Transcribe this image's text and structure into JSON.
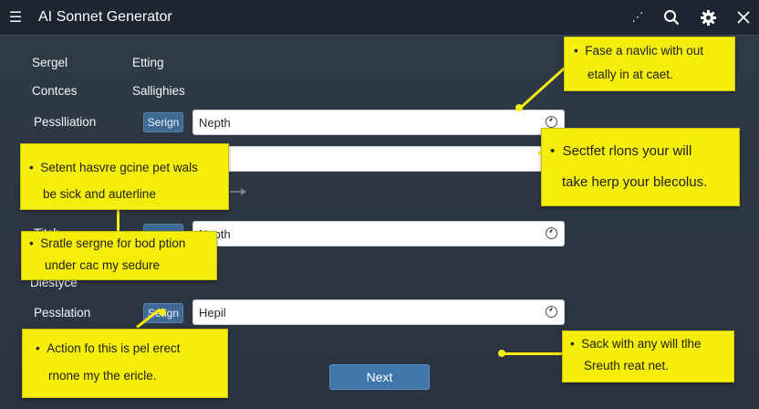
{
  "app": {
    "title": "AI Sonnet Generator"
  },
  "toolbar": {
    "more_glyph": "⋰",
    "search_glyph": "🔍",
    "gear_glyph": "⚙",
    "close_glyph": "✕",
    "menu_glyph": "☰"
  },
  "form": {
    "header_left": "Sergel",
    "header_right": "Etting",
    "sub_left": "Contces",
    "sub_right": "Sallighies",
    "row1": {
      "label": "Pesslliation",
      "pill": "Serign",
      "value": "Nepth"
    },
    "row2": {
      "value": ""
    },
    "row3": {
      "label": "Titsh",
      "pill": "",
      "value": "Nepth"
    },
    "section": "Diestyce",
    "row4": {
      "label": "Pesslation",
      "pill": "Setign",
      "value": "Hepil"
    }
  },
  "notes": {
    "top_right": {
      "line1": "Fase a navlic with out",
      "line2": "etally in at caet."
    },
    "mid_right": {
      "line1": "Sectfet rlons your will",
      "line2": "take herp your blecolus."
    },
    "left_upper": {
      "line1": "Setent hasvre gcine pet wals",
      "line2": "be sick and auterline"
    },
    "left_mid": {
      "line1": "Sratle sergne for bod ption",
      "line2": "under cac my sedure"
    },
    "bottom_left": {
      "line1": "Action fo this is pel erect",
      "line2": "rnone my the ericle."
    },
    "bottom_right": {
      "line1": "Sack with any will tlhe",
      "line2": "Sreuth reat net."
    }
  },
  "footer": {
    "next_label": "Next"
  },
  "colors": {
    "note_yellow": "#f5ee0a",
    "accent_blue": "#3f77ad",
    "background": "#2b3542"
  }
}
